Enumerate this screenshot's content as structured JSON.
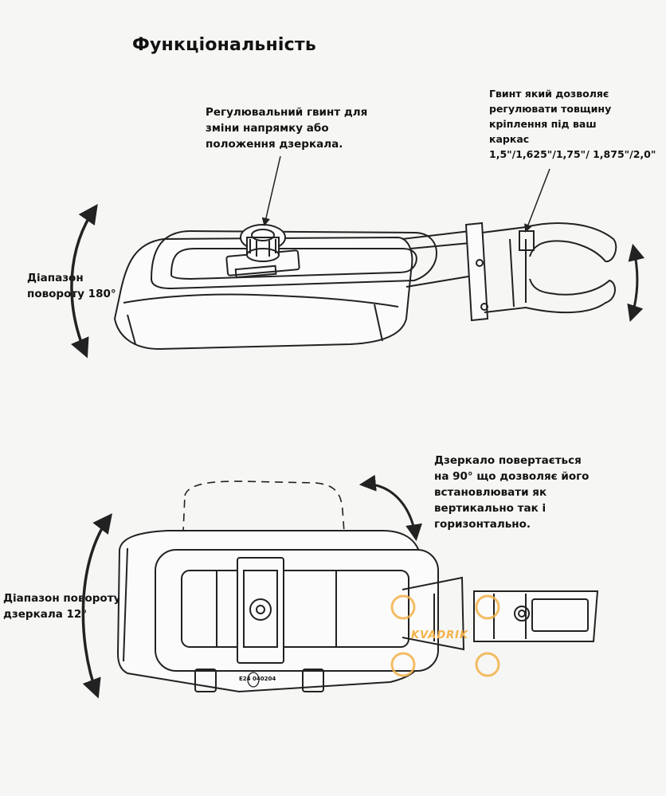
{
  "title": "Функціональність",
  "labels": {
    "adjust_screw": [
      "Регулювальний гвинт для",
      "зміни напрямку або",
      "положення дзеркала."
    ],
    "clamp_screw": [
      "Гвинт який дозволяє",
      "регулювати товщину",
      "кріплення під ваш",
      "каркас",
      "1,5\"/1,625\"/1,75\"/ 1,875\"/2,0\""
    ],
    "rotation_180": [
      "Діапазон",
      "повороту 180°"
    ],
    "rotation_90": [
      "Дзеркало повертається",
      "на 90° що дозволяє його",
      "встановлювати як",
      "вертикально так і",
      "горизонтально."
    ],
    "rotation_12": [
      "Діапазон повороту",
      "дзеркала 12°"
    ]
  },
  "stamp": "E24 040204",
  "watermark": "KVADRIK"
}
